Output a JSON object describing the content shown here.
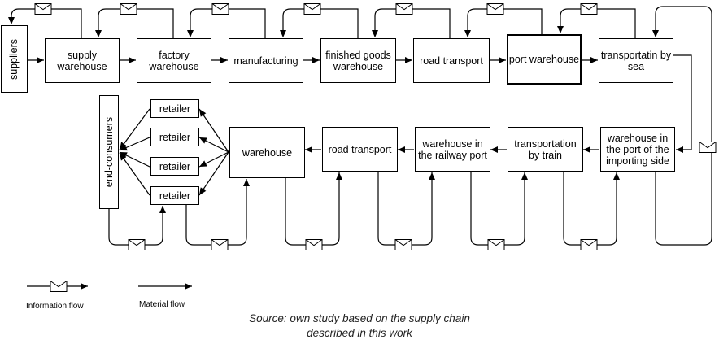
{
  "nodes": {
    "suppliers": "suppliers",
    "supply_warehouse": "supply warehouse",
    "factory_warehouse": "factory warehouse",
    "manufacturing": "manufacturing",
    "finished_goods_warehouse": "finished goods warehouse",
    "road_transport_top": "road transport",
    "port_warehouse": "port warehouse",
    "transport_by_sea": "transportatin by sea",
    "warehouse_port_importing": "warehouse in the port of the importing side",
    "transport_by_train": "transportation by train",
    "warehouse_railway_port": "warehouse in the railway port",
    "road_transport_bottom": "road transport",
    "warehouse": "warehouse",
    "retailer_1": "retailer",
    "retailer_2": "retailer",
    "retailer_3": "retailer",
    "retailer_4": "retailer",
    "end_consumers": "end-consumers"
  },
  "legend": {
    "information_flow": "Information flow",
    "material_flow": "Material flow"
  },
  "source": {
    "line1": "Source: own study based on the supply chain",
    "line2": "described in this work"
  },
  "icons": {
    "information": "envelope-icon",
    "material": "arrow-icon"
  }
}
